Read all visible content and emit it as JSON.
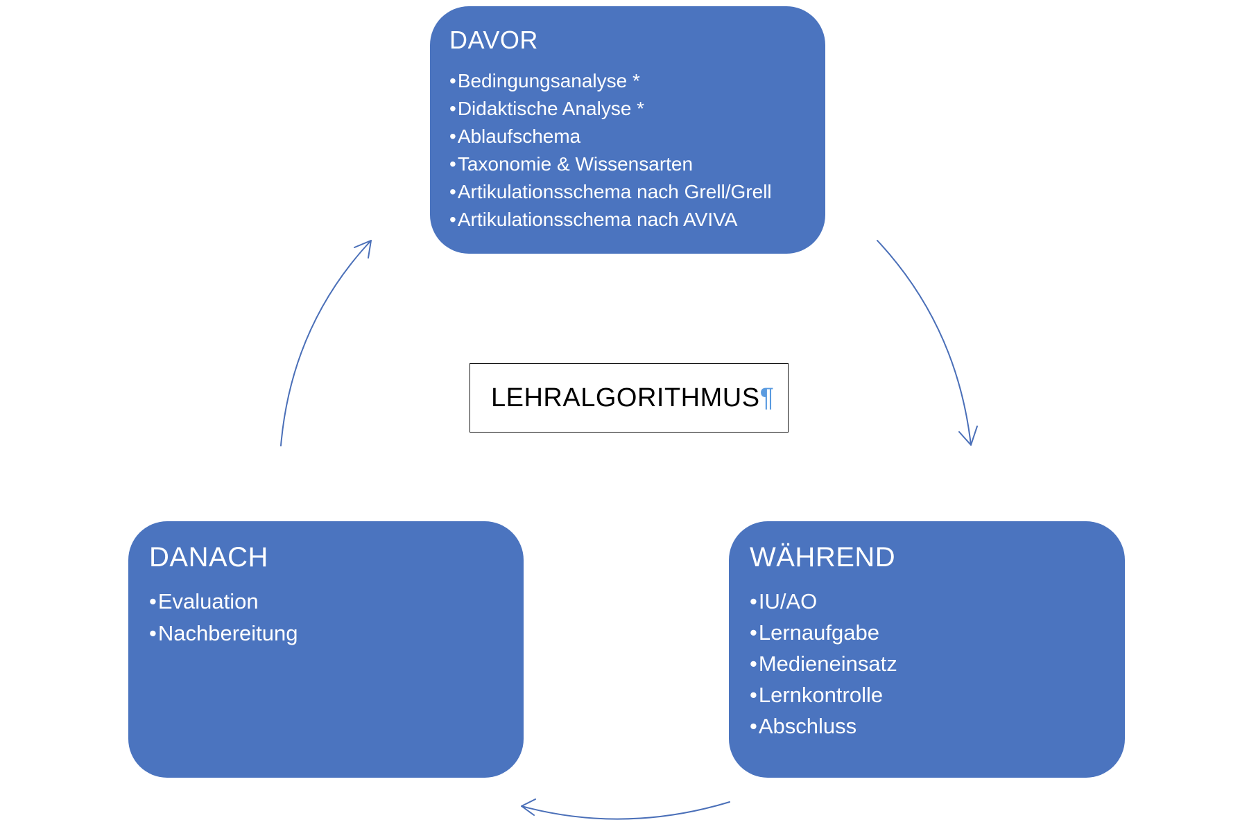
{
  "colors": {
    "box_fill": "#4b74bf",
    "arrow": "#4a6fb8",
    "pilcrow": "#5a9be0"
  },
  "center": {
    "label": "LEHRALGORITHMUS",
    "mark": "¶"
  },
  "davor": {
    "title": "DAVOR",
    "items": [
      "Bedingungsanalyse *",
      "Didaktische Analyse *",
      "Ablaufschema",
      "Taxonomie & Wissensarten",
      "Artikulationsschema nach Grell/Grell",
      "Artikulationsschema nach AVIVA"
    ]
  },
  "waehrend": {
    "title": "WÄHREND",
    "items": [
      "IU/AO",
      "Lernaufgabe",
      "Medieneinsatz",
      "Lernkontrolle",
      "Abschluss"
    ]
  },
  "danach": {
    "title": "DANACH",
    "items": [
      "Evaluation",
      "Nachbereitung"
    ]
  },
  "bullet": "•"
}
